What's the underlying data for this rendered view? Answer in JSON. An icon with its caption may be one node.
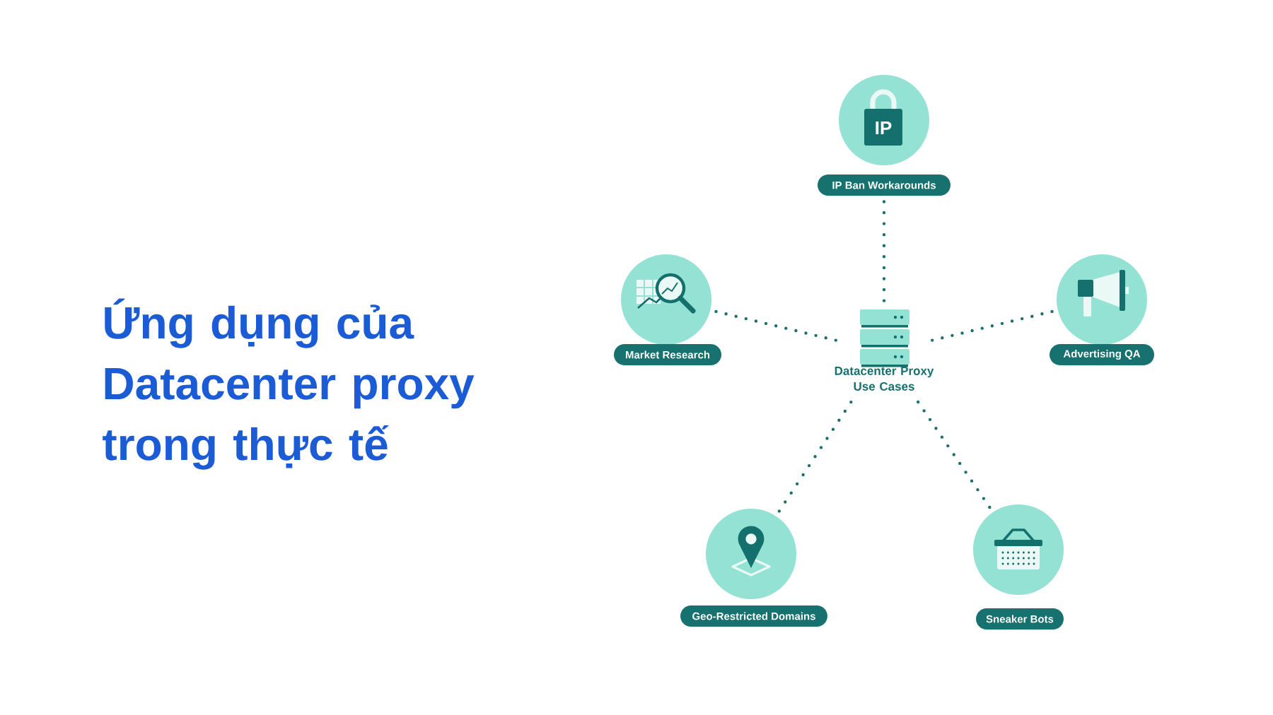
{
  "diagram": {
    "title": "Ứng dụng của Datacenter proxy trong thực tế",
    "nodes": [
      {
        "text": [
          "IP"
        ]
      },
      {
        "text": [
          "IP Ban Workarounds"
        ]
      },
      {
        "text": [],
        "shape": "circle"
      },
      {
        "text": [
          "Market Research"
        ]
      },
      {
        "text": [
          "Datacenter Proxy Use Cases"
        ]
      },
      {
        "text": [],
        "shape": "circle"
      },
      {
        "text": [
          "Advertising QA"
        ]
      },
      {
        "text": [],
        "shape": "circle"
      },
      {
        "text": [
          "Geo-Restricted Domains"
        ]
      },
      {
        "text": [],
        "shape": "circle"
      },
      {
        "text": [
          "Sneaker Bots"
        ]
      }
    ],
    "edges": [
      {
        "from": 4,
        "to": 1,
        "arrow": "none"
      },
      {
        "from": 4,
        "to": 2,
        "arrow": "none"
      },
      {
        "from": 4,
        "to": 5,
        "arrow": "none"
      },
      {
        "from": 4,
        "to": 7,
        "arrow": "none"
      },
      {
        "from": 4,
        "to": 9,
        "arrow": "none"
      }
    ]
  }
}
